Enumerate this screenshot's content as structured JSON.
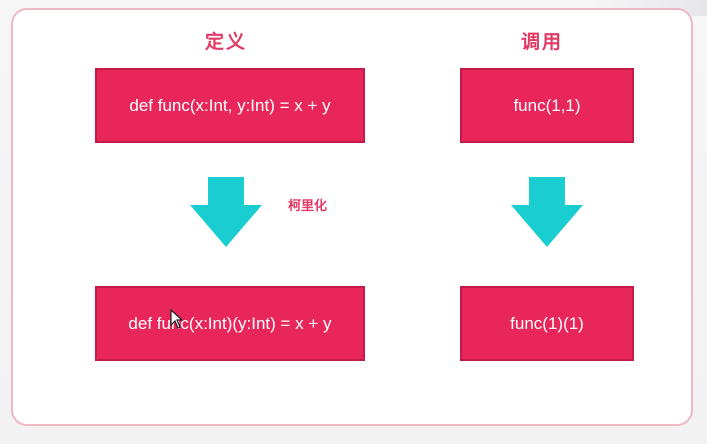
{
  "diagram": {
    "left_heading": "定义",
    "right_heading": "调用",
    "definition_before": "def func(x:Int, y:Int) = x + y",
    "definition_after": "def func(x:Int)(y:Int) = x + y",
    "call_before": "func(1,1)",
    "call_after": "func(1)(1)",
    "transform_label": "柯里化"
  },
  "colors": {
    "accent": "#e23a64",
    "box_fill": "#e8265a",
    "arrow_fill": "#19cdd0",
    "frame_border": "#efb8c4"
  },
  "icons": {
    "arrow": "down-arrow-icon",
    "cursor": "mouse-cursor-icon"
  }
}
